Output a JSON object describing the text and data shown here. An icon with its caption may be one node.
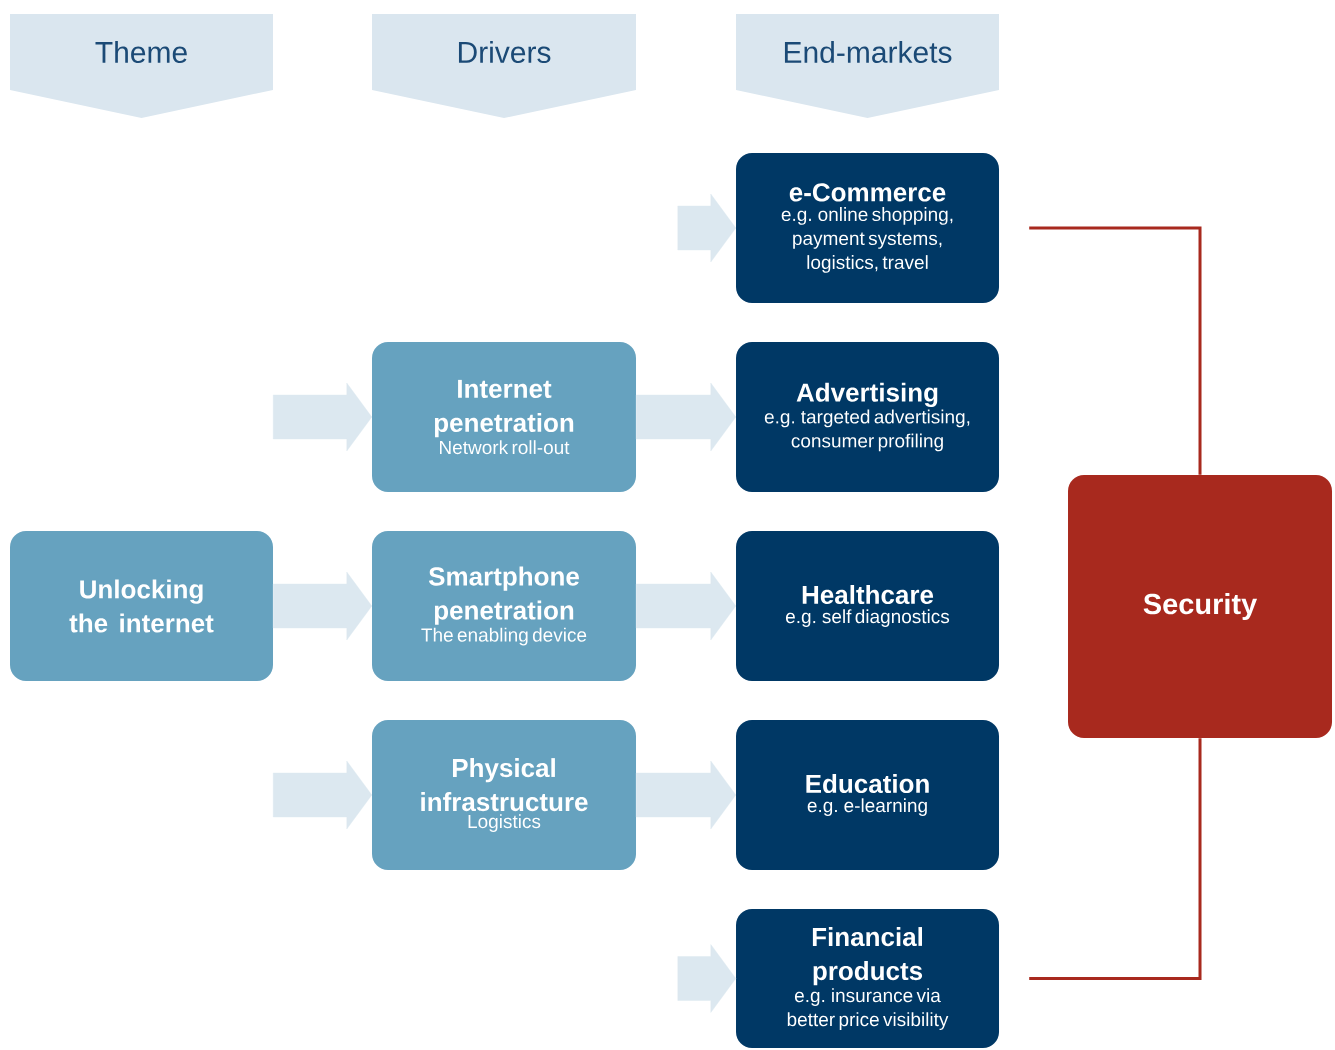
{
  "diagram": {
    "nodes": [
      {
        "text": [
          "Theme"
        ]
      },
      {
        "text": [
          "Drivers"
        ]
      },
      {
        "text": [
          "End-markets"
        ]
      },
      {
        "text": [
          "Unlocking the internet"
        ]
      },
      {
        "text": [
          "Internet penetration",
          "Network roll-out"
        ]
      },
      {
        "text": [
          "Smartphone penetration",
          "The enabling device"
        ]
      },
      {
        "text": [
          "Physical infrastructure",
          "Logistics"
        ]
      },
      {
        "text": [
          "e-Commerce",
          "e.g. online shopping, payment systems, logistics, travel"
        ]
      },
      {
        "text": [
          "Advertising",
          "e.g. targeted advertising, consumer profiling"
        ]
      },
      {
        "text": [
          "Healthcare",
          "e.g. self diagnostics"
        ]
      },
      {
        "text": [
          "Education",
          "e.g. e-learning"
        ]
      },
      {
        "text": [
          "Financial products",
          "e.g. insurance via better price visibility"
        ]
      },
      {
        "text": [
          "Security"
        ]
      }
    ],
    "edges": [
      {
        "from": 3,
        "to": 4,
        "arrow": "to"
      },
      {
        "from": 3,
        "to": 5,
        "arrow": "to"
      },
      {
        "from": 3,
        "to": 6,
        "arrow": "to"
      },
      {
        "from": null,
        "to": 7,
        "arrow": "to"
      },
      {
        "from": 4,
        "to": 8,
        "arrow": "to"
      },
      {
        "from": 5,
        "to": 9,
        "arrow": "to"
      },
      {
        "from": 6,
        "to": 10,
        "arrow": "to"
      },
      {
        "from": null,
        "to": 11,
        "arrow": "to"
      },
      {
        "from": 7,
        "to": 12,
        "arrow": "none",
        "color": "#a8291e"
      },
      {
        "from": 11,
        "to": 12,
        "arrow": "none",
        "color": "#a8291e"
      }
    ]
  }
}
